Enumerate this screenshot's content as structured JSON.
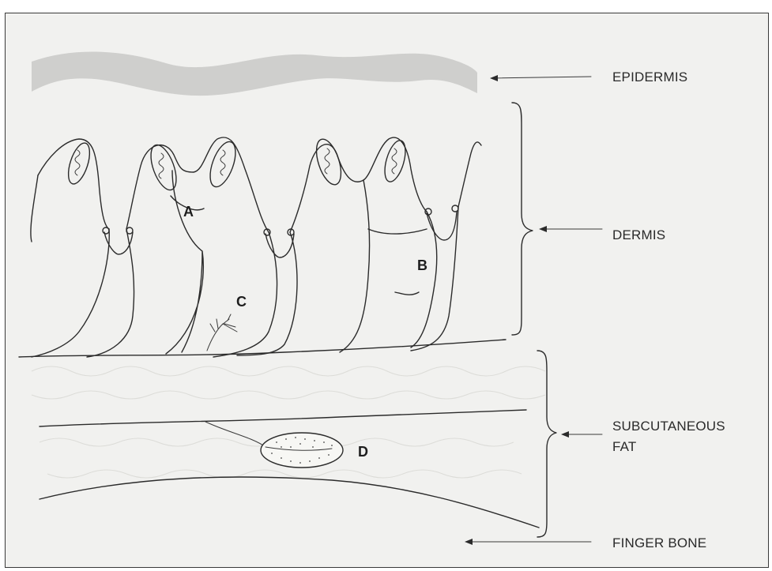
{
  "labels": {
    "epidermis": "EPIDERMIS",
    "dermis": "DERMIS",
    "subcutaneous_line1": "SUBCUTANEOUS",
    "subcutaneous_line2": "FAT",
    "finger_bone": "FINGER BONE"
  },
  "markers": {
    "a": "A",
    "b": "B",
    "c": "C",
    "d": "D"
  },
  "colors": {
    "epidermis_band": "#cfcfcd",
    "background": "#f1f1ef",
    "ink": "#2b2b2b"
  }
}
